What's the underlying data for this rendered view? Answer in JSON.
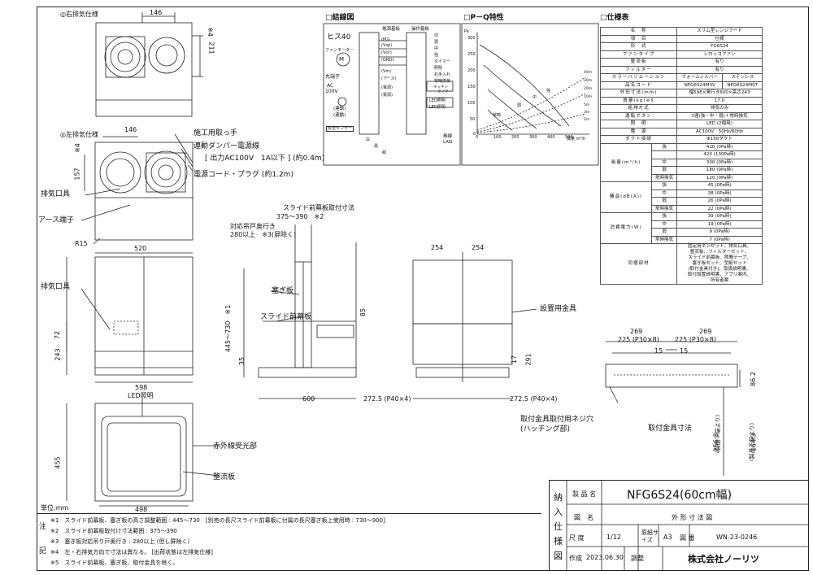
{
  "views": {
    "right_exhaust": "◎右排気仕様",
    "left_exhaust": "◎左排気仕様",
    "dims_top": {
      "w146a": "146",
      "h211": "211",
      "c4a": "※4",
      "w146b": "146",
      "h157": "157",
      "c4b": "※4"
    },
    "callouts": {
      "handle": "施工用取っ手",
      "damper_wire": "連動ダンパー電源線",
      "output": "[ 出力AC100V　1A以下 ] (約0.4m)",
      "power_cord": "電源コード・プラグ (約1.2m)",
      "exhaust_port_a": "排気口具",
      "earth": "アース端子",
      "r15": "R15",
      "exhaust_port_b": "排気口具",
      "led": "LED照明",
      "ir_sensor": "赤外線受光部",
      "rectifier": "整流板",
      "cover_plate": "塞ぎ板",
      "front_plate": "スライド前幕板",
      "bracket": "設置用金具",
      "bracket_screw": "取付金具取付用ネジ穴",
      "hatching": "(ハッチング部)",
      "bracket_dim": "取付金具寸法"
    },
    "front_dims": {
      "w520": "520",
      "h72": "72",
      "h243": "243",
      "w598": "598",
      "h455": "455",
      "w498": "498"
    },
    "side_dims": {
      "slide_title": "スライド前幕板取付寸法",
      "slide_range": "375～390　※2",
      "cabinet": "対応吊戸奥行き",
      "cabinet_range": "280以上　※3(屏除く)",
      "height_range": "445～730　※1",
      "h85": "85",
      "h35": "35",
      "w600": "600"
    },
    "back_dims": {
      "w254a": "254",
      "w254b": "254",
      "h17": "17",
      "h291": "291",
      "p272a": "272.5 (P40×4)",
      "p272b": "272.5 (P40×4)"
    },
    "bracket_dims": {
      "w269a": "269",
      "w269b": "269",
      "p225a": "225 (P30×8)",
      "p225b": "225 (P30×8)",
      "w15a": "15",
      "w15b": "15",
      "h86": "86.2",
      "h256": "256.3",
      "h256note": "(製品下端より)",
      "h164": "164.3",
      "h164note": "(製品下端より)"
    }
  },
  "wiring": {
    "title": "□結線図",
    "fuse": "ヒス40",
    "motor": "ファンモーター",
    "board": "電源基板",
    "ctrl": "操作基板",
    "terminals": [
      "(PG)",
      "(Vsp)",
      "(Vcc)",
      "(GND)",
      "(Vm)",
      "(アース)",
      "(電源)",
      "(電源)"
    ],
    "ctrl_items": [
      "切",
      "弱",
      "中",
      "強",
      "タイマー",
      "照明",
      "お手入れ",
      "常時換気",
      "キッチン",
      "タイマー",
      "LED照明",
      "LED照明"
    ],
    "terminal_block": "丸端子",
    "ac": "AC",
    "ac100v": "100V",
    "rel1": "(連動)",
    "rel2": "(連動)",
    "safety": "安全センサー",
    "wireless": "無線",
    "lan": "LAN",
    "colors": [
      "白",
      "黒",
      "緑"
    ]
  },
  "pq": {
    "title": "□P－Q特性",
    "ylabel": "Pa",
    "xlabel": "風量 m³/h",
    "yticks": [
      "300",
      "250",
      "200",
      "150",
      "100",
      "50",
      "0"
    ],
    "xticks": [
      "0",
      "100",
      "200",
      "300",
      "400",
      "500"
    ],
    "curves": [
      "強",
      "中",
      "弱",
      "常時"
    ],
    "pipes": [
      "40m",
      "30m",
      "20m",
      "10m",
      "5m",
      "3m",
      "2m"
    ]
  },
  "spec": {
    "title": "□仕様表",
    "rows": [
      {
        "label": "名　称",
        "value": "スリム型レンジフード"
      },
      {
        "label": "項　目",
        "value": "仕様"
      },
      {
        "label": "形　式",
        "value": "FG6S24"
      },
      {
        "label": "ファンタイプ",
        "value": "シロッコファン"
      },
      {
        "label": "整流板",
        "value": "有り"
      },
      {
        "label": "フィルター",
        "value": "有り"
      },
      {
        "label": "カラーバリエーション",
        "v1": "ウォームシルバー",
        "v2": "ステンレス"
      },
      {
        "label": "品名コード",
        "v1": "NFG6S24MSV",
        "v2": "NFG6S24MST"
      },
      {
        "label": "外形寸法(mm)",
        "value": "幅598×奥行き600×高さ243"
      },
      {
        "label": "質量(kg)※5",
        "value": "17.0"
      },
      {
        "label": "給排方式",
        "value": "排気のみ"
      },
      {
        "label": "運転ボタン",
        "value": "3速(強・中・弱)＋常時換気"
      },
      {
        "label": "照　明",
        "value": "LED (2個用)"
      },
      {
        "label": "電　源",
        "value": "AC100V　50Hz/60Hz"
      },
      {
        "label": "ダクト接続",
        "value": "Φ150ダクト"
      }
    ],
    "groups": [
      {
        "label": "風量(m³/h)",
        "rows": [
          [
            "強",
            "420 (0Pa時)"
          ],
          [
            "",
            "420 (130Pa時)"
          ],
          [
            "中",
            "300 (0Pa時)"
          ],
          [
            "弱",
            "180 (0Pa時)"
          ],
          [
            "常時換気",
            "120 (0Pa時)"
          ]
        ]
      },
      {
        "label": "騒音(dB(A))",
        "rows": [
          [
            "強",
            "45 (0Pa時)"
          ],
          [
            "中",
            "38 (0Pa時)"
          ],
          [
            "弱",
            "26 (0Pa時)"
          ],
          [
            "常時換気",
            "22 (0Pa時)"
          ]
        ]
      },
      {
        "label": "消費電力(W)",
        "rows": [
          [
            "強",
            "39 (0Pa時)"
          ],
          [
            "中",
            "19 (0Pa時)"
          ],
          [
            "弱",
            "9 (0Pa時)"
          ],
          [
            "常時換気",
            "7 (0Pa時)"
          ]
        ]
      }
    ],
    "accessories_label": "同梱部材",
    "accessories": [
      "固定用ネジセット、排気口具、",
      "整流板、フィルターセット、",
      "スライド前幕板、隙間テープ、",
      "塞ぎ板セット、型紙セット",
      "(取付金具付き)、取扱説明書、",
      "取付設置説明書、アプリ案内、",
      "所有者票"
    ]
  },
  "notes": {
    "unit": "単位:mm",
    "side_label": [
      "注",
      "記"
    ],
    "items": [
      "※1　スライド前幕板、塞ぎ板の高さ調整範囲 : 445～730　[別売の長尺スライド前幕板に付属の長尺塞ぎ板上使用時 : 730～900]",
      "※2　スライド前幕板取付け寸法範囲 : 375～390",
      "※3　塞ぎ板対応吊り戸奥行き : 280以上 (但し屏除く)",
      "※4　左・右排気方向で寸法は異なる。 [出荷状態は左排気仕様]",
      "※5　スライド前幕板、塞ぎ板、取付金具を除く。"
    ]
  },
  "titleblock": {
    "side": [
      "納",
      "入",
      "仕",
      "様",
      "図"
    ],
    "product_label": "製 品 名",
    "product": "NFG6S24(60cm幅)",
    "drawing_label": "図　名",
    "drawing": "外 形 寸 法 図",
    "scale_label": "尺 度",
    "scale": "1/12",
    "paper_label": "原紙サイズ",
    "paper": "A3",
    "number_label": "図 番",
    "number": "WN-23-0246",
    "made_label": "作成",
    "date": "2023.06.30",
    "check_label": "調整",
    "company": "株式会社ノーリツ"
  }
}
